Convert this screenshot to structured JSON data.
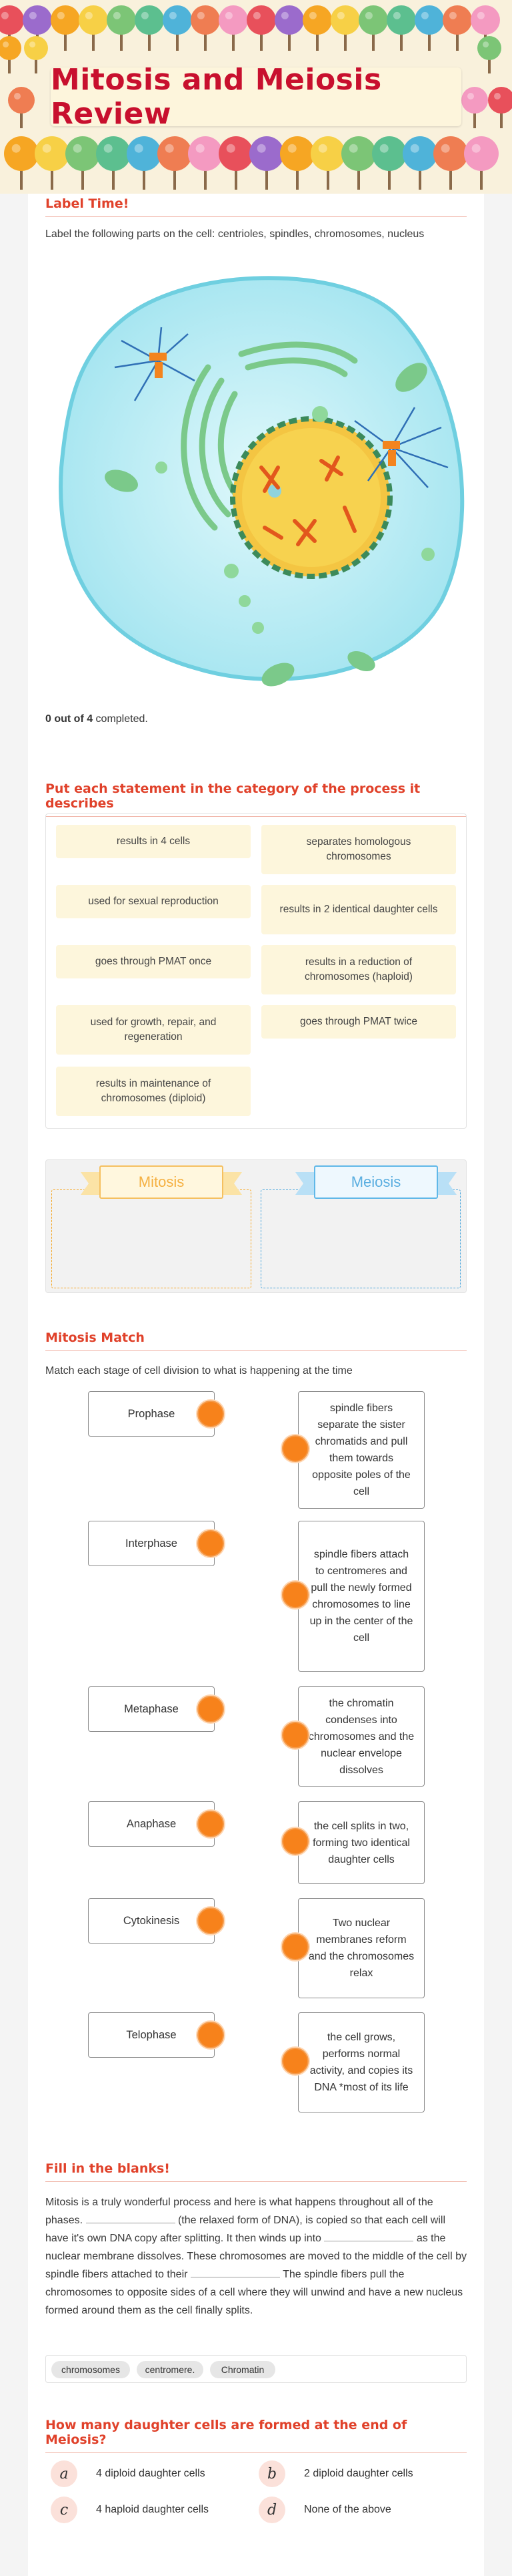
{
  "header": {
    "title": "Mitosis and Meiosis Review"
  },
  "label_section": {
    "title": "Label Time!",
    "instructions": "Label the following parts on the cell: centrioles, spindles, chromosomes, nucleus",
    "completed_count": "0 out of 4",
    "completed_suffix": " completed."
  },
  "sort_section": {
    "title": "Put each statement in the category of the process it describes",
    "statements": [
      "results in 4 cells",
      "separates homologous chromosomes",
      "used for sexual reproduction",
      "results in 2 identical daughter cells",
      "goes through PMAT once",
      "results in a reduction of chromosomes (haploid)",
      "used for growth, repair, and regeneration",
      "goes through PMAT twice",
      "results in maintenance of chromosomes (diploid)"
    ],
    "categories": [
      "Mitosis",
      "Meiosis"
    ],
    "colors": {
      "mitosis": "#f5b041",
      "meiosis": "#5aaee0"
    }
  },
  "match_section": {
    "title": "Mitosis Match",
    "instructions": "Match each stage of cell division to what is happening at the time",
    "stages": [
      "Prophase",
      "Interphase",
      "Metaphase",
      "Anaphase",
      "Cytokinesis",
      "Telophase"
    ],
    "descriptions": [
      "spindle fibers separate the sister chromatids and pull them towards opposite poles of the cell",
      "spindle fibers attach to centromeres and pull the newly formed chromosomes to line up in the center of the cell",
      "the chromatin condenses into chromosomes and the nuclear envelope dissolves",
      "the cell splits in two, forming two identical daughter cells",
      "Two nuclear membranes reform and the chromosomes relax",
      "the cell grows, performs normal activity, and copies its DNA *most of its life"
    ],
    "dot_color": "#f7821b"
  },
  "fill_section": {
    "title": "Fill in the blanks!",
    "p1": "Mitosis is a truly wonderful process and here is what happens throughout all of the phases.",
    "p2": " (the relaxed form of DNA), is copied so that each cell will have it's own DNA copy after splitting. It then winds up into",
    "p3": " as the nuclear membrane dissolves. These chromosomes are moved to the middle of the cell by spindle fibers attached to their",
    "p4": " The spindle fibers pull the chromosomes to opposite sides of a cell where they will unwind and have a new nucleus formed around them as the cell finally splits.",
    "word_bank": [
      "chromosomes",
      "centromere.",
      "Chromatin"
    ]
  },
  "mc_section": {
    "title": "How many daughter cells are formed at the end of Meiosis?",
    "options": [
      {
        "letter": "a",
        "text": "4 diploid daughter cells"
      },
      {
        "letter": "b",
        "text": "2 diploid daughter cells"
      },
      {
        "letter": "c",
        "text": "4 haploid daughter cells"
      },
      {
        "letter": "d",
        "text": "None of the above"
      }
    ]
  },
  "colors": {
    "accent": "#e0412a",
    "title": "#c8102e"
  }
}
